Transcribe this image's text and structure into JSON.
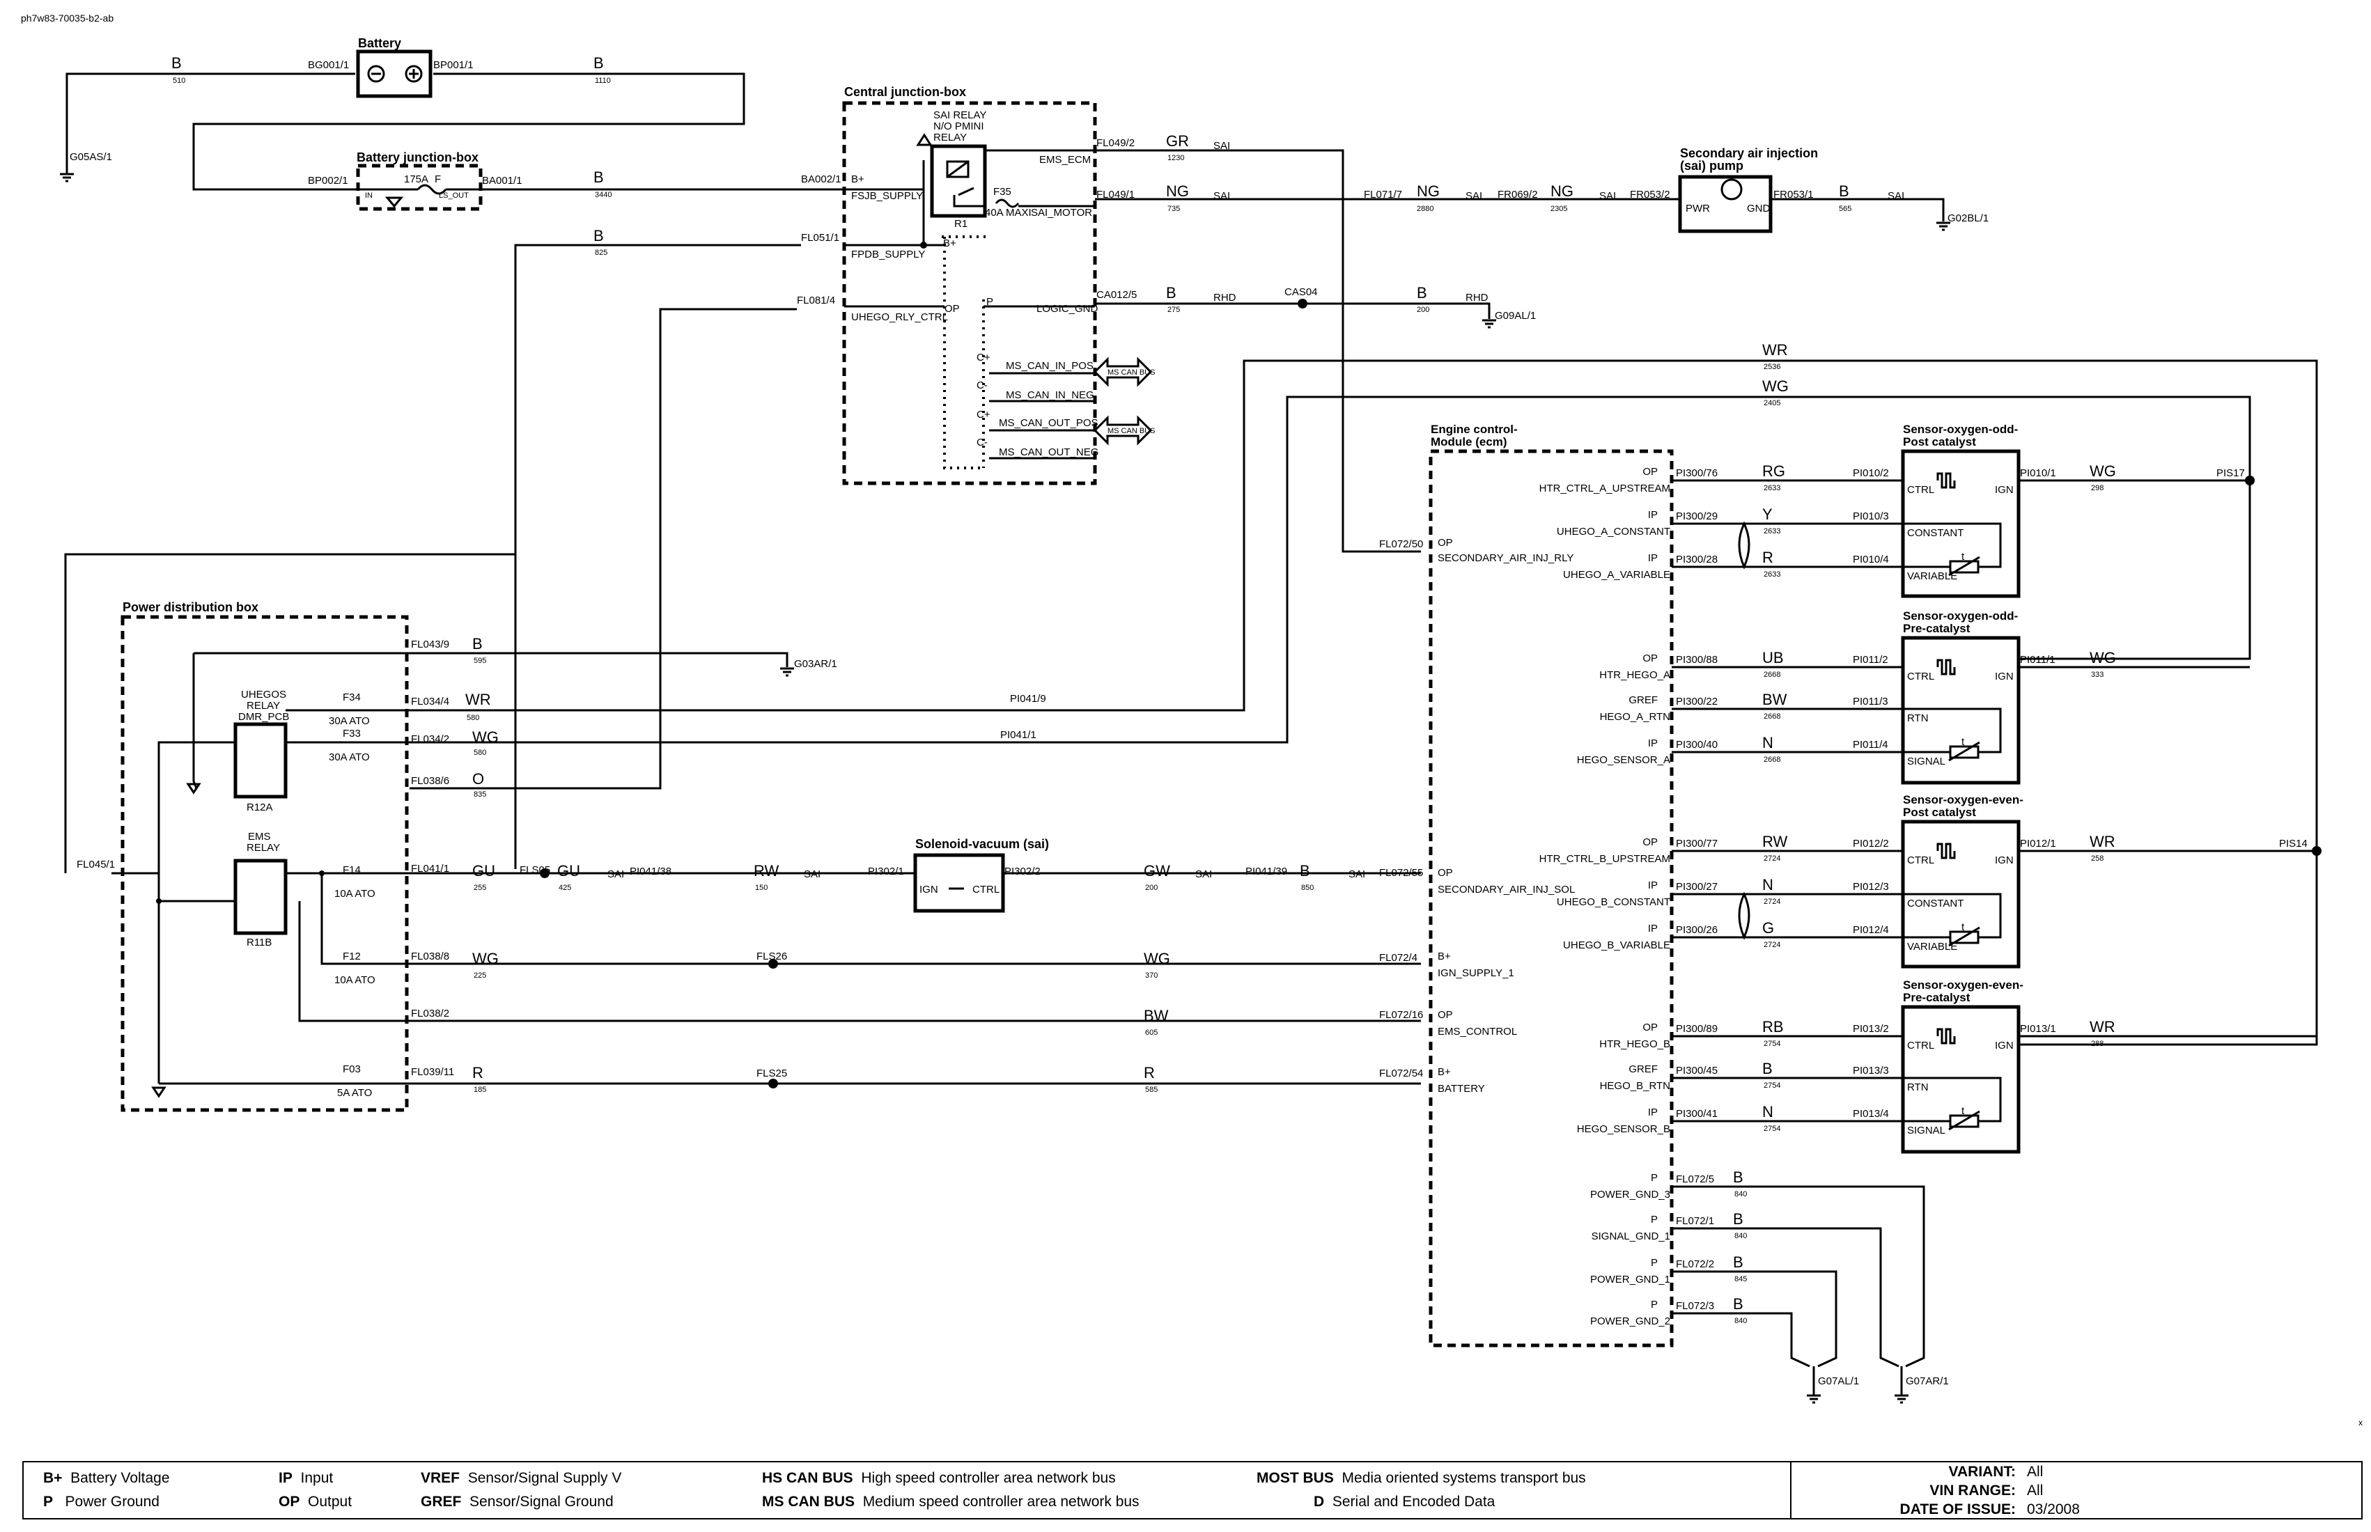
{
  "doc_id": "ph7w83-70035-b2-ab",
  "corner_mark": "x",
  "components": {
    "battery": "Battery",
    "battery_junction_box": "Battery junction-box",
    "central_junction_box": "Central junction-box",
    "sai_relay": [
      "SAI RELAY",
      "N/O PMINI",
      "RELAY"
    ],
    "sai_pump": [
      "Secondary air injection",
      "(sai) pump"
    ],
    "power_distribution_box": "Power distribution box",
    "uhegos_relay": [
      "UHEGOS",
      "RELAY",
      "DMR_PCB"
    ],
    "ems_relay": [
      "EMS",
      "RELAY"
    ],
    "solenoid": "Solenoid-vacuum (sai)",
    "ecm": [
      "Engine control-",
      "Module (ecm)"
    ],
    "sensors": [
      [
        "Sensor-oxygen-odd-",
        "Post catalyst"
      ],
      [
        "Sensor-oxygen-odd-",
        "Pre-catalyst"
      ],
      [
        "Sensor-oxygen-even-",
        "Post catalyst"
      ],
      [
        "Sensor-oxygen-even-",
        "Pre-catalyst"
      ]
    ]
  },
  "labels": {
    "bg001": "BG001/1",
    "bp001": "BP001/1",
    "bp002": "BP002/1",
    "ba001": "BA001/1",
    "in": "IN",
    "fuse175": "175A",
    "f": "F",
    "ls_out": "LS_OUT",
    "g05as": "G05AS/1",
    "ba002": "BA002/1",
    "fl051": "FL051/1",
    "fl081": "FL081/4",
    "fl049_2": "FL049/2",
    "fl049_1": "FL049/1",
    "ca012": "CA012/5",
    "bplus": "B+",
    "fsjb": "FSJB_SUPPLY",
    "fpdb": "FPDB_SUPPLY",
    "uhego_rly": "UHEGO_RLY_CTRL",
    "op": "OP",
    "p": "P",
    "ip": "IP",
    "gref": "GREF",
    "ems_ecm": "EMS_ECM",
    "sai_motor": "SAI_MOTOR",
    "logic_gnd": "LOGIC_GND",
    "f35": "F35",
    "maxi40": "40A MAXI",
    "r1": "R1",
    "c_plus": "C+",
    "c_minus": "C-",
    "ms_can_in_pos": "MS_CAN_IN_POS",
    "ms_can_in_neg": "MS_CAN_IN_NEG",
    "ms_can_out_pos": "MS_CAN_OUT_POS",
    "ms_can_out_neg": "MS_CAN_OUT_NEG",
    "ms_can_bus": "MS CAN BUS",
    "fl071": "FL071/7",
    "fr069": "FR069/2",
    "fr053_2": "FR053/2",
    "fr053_1": "FR053/1",
    "pwr": "PWR",
    "gnd": "GND",
    "g02bl": "G02BL/1",
    "cas04": "CAS04",
    "rhd": "RHD",
    "g09al": "G09AL/1",
    "fl043": "FL043/9",
    "fl034_4": "FL034/4",
    "fl034_2": "FL034/2",
    "fl038_6": "FL038/6",
    "fl041": "FL041/1",
    "fl038_8": "FL038/8",
    "fl038_2": "FL038/2",
    "fl039": "FL039/11",
    "fl045": "FL045/1",
    "g03ar": "G03AR/1",
    "f34": "F34",
    "f33": "F33",
    "ato30": "30A  ATO",
    "r12a": "R12A",
    "f14": "F14",
    "f12": "F12",
    "ato10": "10A ATO",
    "f03": "F03",
    "ato5": "5A ATO",
    "r11b": "R11B",
    "pi041_9": "PI041/9",
    "pi041_1": "PI041/1",
    "fls05": "FLS05",
    "pi041_38": "PI041/38",
    "pi302_1": "PI302/1",
    "pi302_2": "PI302/2",
    "ign": "IGN",
    "ctrl": "CTRL",
    "pi041_39": "PI041/39",
    "fls26": "FLS26",
    "fls25": "FLS25",
    "fl072_55": "FL072/55",
    "fl072_4": "FL072/4",
    "fl072_16": "FL072/16",
    "fl072_54": "FL072/54",
    "fl072_50": "FL072/50",
    "sec_air_sol": "SECONDARY_AIR_INJ_SOL",
    "ign_supply": "IGN_SUPPLY_1",
    "ems_control": "EMS_CONTROL",
    "battery_pin": "BATTERY",
    "sec_air_rly": "SECONDARY_AIR_INJ_RLY",
    "htr_a_up": "HTR_CTRL_A_UPSTREAM",
    "uhego_a_const": "UHEGO_A_CONSTANT",
    "uhego_a_var": "UHEGO_A_VARIABLE",
    "htr_hego_a": "HTR_HEGO_A",
    "hego_a_rtn": "HEGO_A_RTN",
    "hego_sensor_a": "HEGO_SENSOR_A",
    "htr_b_up": "HTR_CTRL_B_UPSTREAM",
    "uhego_b_const": "UHEGO_B_CONSTANT",
    "uhego_b_var": "UHEGO_B_VARIABLE",
    "htr_hego_b": "HTR_HEGO_B",
    "hego_b_rtn": "HEGO_B_RTN",
    "hego_sensor_b": "HEGO_SENSOR_B",
    "pi300_76": "PI300/76",
    "pi300_29": "PI300/29",
    "pi300_28": "PI300/28",
    "pi300_88": "PI300/88",
    "pi300_22": "PI300/22",
    "pi300_40": "PI300/40",
    "pi300_77": "PI300/77",
    "pi300_27": "PI300/27",
    "pi300_26": "PI300/26",
    "pi300_89": "PI300/89",
    "pi300_45": "PI300/45",
    "pi300_41": "PI300/41",
    "pi010_2": "PI010/2",
    "pi010_3": "PI010/3",
    "pi010_4": "PI010/4",
    "pi010_1": "PI010/1",
    "pi011_2": "PI011/2",
    "pi011_3": "PI011/3",
    "pi011_4": "PI011/4",
    "pi011_1": "PI011/1",
    "pi012_2": "PI012/2",
    "pi012_3": "PI012/3",
    "pi012_4": "PI012/4",
    "pi012_1": "PI012/1",
    "pi013_2": "PI013/2",
    "pi013_3": "PI013/3",
    "pi013_4": "PI013/4",
    "pi013_1": "PI013/1",
    "constant": "CONSTANT",
    "variable": "VARIABLE",
    "rtn": "RTN",
    "signal": "SIGNAL",
    "t": "t",
    "pis17": "PIS17",
    "pis14": "PIS14",
    "fl072_5": "FL072/5",
    "fl072_1": "FL072/1",
    "fl072_2": "FL072/2",
    "fl072_3": "FL072/3",
    "power_gnd_3": "POWER_GND_3",
    "signal_gnd_1": "SIGNAL_GND_1",
    "power_gnd_1": "POWER_GND_1",
    "power_gnd_2": "POWER_GND_2",
    "g07al": "G07AL/1",
    "g07ar": "G07AR/1"
  },
  "wires": {
    "B": "B",
    "GR": "GR",
    "NG": "NG",
    "SAI": "SAI",
    "WR": "WR",
    "WG": "WG",
    "O": "O",
    "GU": "GU",
    "RW": "RW",
    "GW": "GW",
    "BW": "BW",
    "R": "R",
    "RG": "RG",
    "Y": "Y",
    "UB": "UB",
    "N": "N",
    "G": "G",
    "RB": "RB",
    "n510": "510",
    "n1110": "1110",
    "n3440": "3440",
    "n825": "825",
    "n1230": "1230",
    "n735": "735",
    "n275": "275",
    "n200": "200",
    "n2880": "2880",
    "n2305": "2305",
    "n565": "565",
    "n2536": "2536",
    "n2405": "2405",
    "n595": "595",
    "n580": "580",
    "n835": "835",
    "n255": "255",
    "n425": "425",
    "n150": "150",
    "n850": "850",
    "n225": "225",
    "n370": "370",
    "n605": "605",
    "n185": "185",
    "n585": "585",
    "n2633": "2633",
    "n298": "298",
    "n2668": "2668",
    "n333": "333",
    "n2724": "2724",
    "n258": "258",
    "n2754": "2754",
    "n288": "288",
    "n840": "840",
    "n845": "845"
  },
  "legend": {
    "bplus": {
      "key": "B+",
      "text": "Battery Voltage"
    },
    "p": {
      "key": "P",
      "text": "Power Ground"
    },
    "ip": {
      "key": "IP",
      "text": "Input"
    },
    "op": {
      "key": "OP",
      "text": "Output"
    },
    "vref": {
      "key": "VREF",
      "text": "Sensor/Signal Supply V"
    },
    "gref": {
      "key": "GREF",
      "text": "Sensor/Signal Ground"
    },
    "hs": {
      "key": "HS CAN BUS",
      "text": "High speed controller area network bus"
    },
    "ms": {
      "key": "MS CAN BUS",
      "text": "Medium speed controller area network bus"
    },
    "most": {
      "key": "MOST BUS",
      "text": "Media oriented systems transport bus"
    },
    "d": {
      "key": "D",
      "text": "Serial and Encoded Data"
    },
    "variant": {
      "key": "VARIANT:",
      "value": "All"
    },
    "vin": {
      "key": "VIN RANGE:",
      "value": "All"
    },
    "date": {
      "key": "DATE OF ISSUE:",
      "value": "03/2008"
    }
  }
}
